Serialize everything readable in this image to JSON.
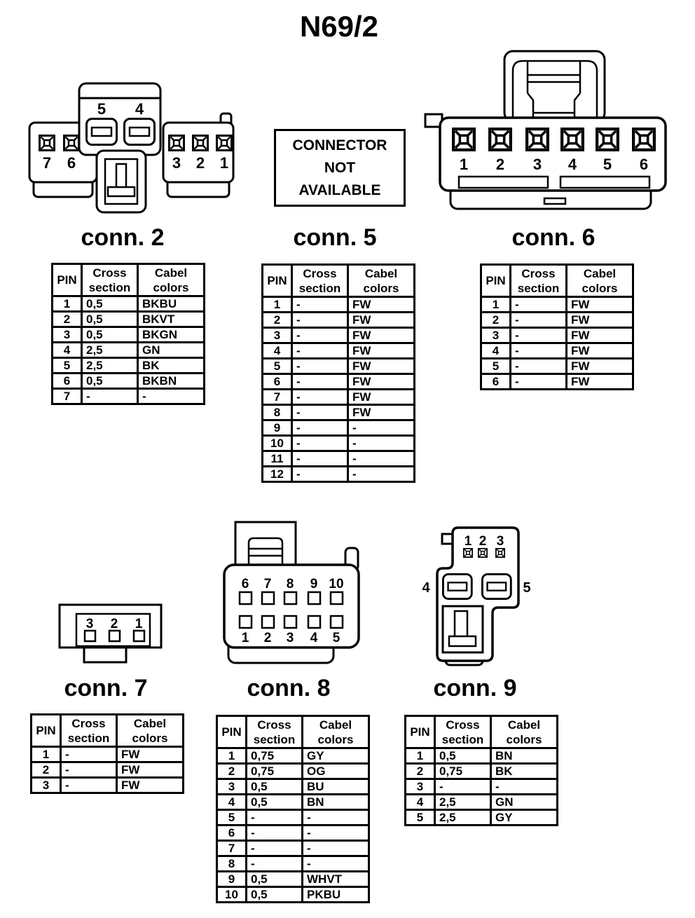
{
  "title": "N69/2",
  "colors": {
    "ink": "#000000",
    "paper": "#ffffff"
  },
  "not_available_label": "CONNECTOR\nNOT\nAVAILABLE",
  "headers": {
    "pin": "PIN",
    "cross": "Cross\nsection",
    "colors": "Cabel\ncolors"
  },
  "connectors": {
    "conn2": {
      "label": "conn. 2",
      "drawing_pins": [
        "7",
        "6",
        "5",
        "4",
        "3",
        "2",
        "1"
      ],
      "rows": [
        [
          "1",
          "0,5",
          "BKBU"
        ],
        [
          "2",
          "0,5",
          "BKVT"
        ],
        [
          "3",
          "0,5",
          "BKGN"
        ],
        [
          "4",
          "2,5",
          "GN"
        ],
        [
          "5",
          "2,5",
          "BK"
        ],
        [
          "6",
          "0,5",
          "BKBN"
        ],
        [
          "7",
          "-",
          "-"
        ]
      ]
    },
    "conn5": {
      "label": "conn. 5",
      "rows": [
        [
          "1",
          "-",
          "FW"
        ],
        [
          "2",
          "-",
          "FW"
        ],
        [
          "3",
          "-",
          "FW"
        ],
        [
          "4",
          "-",
          "FW"
        ],
        [
          "5",
          "-",
          "FW"
        ],
        [
          "6",
          "-",
          "FW"
        ],
        [
          "7",
          "-",
          "FW"
        ],
        [
          "8",
          "-",
          "FW"
        ],
        [
          "9",
          "-",
          "-"
        ],
        [
          "10",
          "-",
          "-"
        ],
        [
          "11",
          "-",
          "-"
        ],
        [
          "12",
          "-",
          "-"
        ]
      ]
    },
    "conn6": {
      "label": "conn. 6",
      "drawing_pins": [
        "1",
        "2",
        "3",
        "4",
        "5",
        "6"
      ],
      "rows": [
        [
          "1",
          "-",
          "FW"
        ],
        [
          "2",
          "-",
          "FW"
        ],
        [
          "3",
          "-",
          "FW"
        ],
        [
          "4",
          "-",
          "FW"
        ],
        [
          "5",
          "-",
          "FW"
        ],
        [
          "6",
          "-",
          "FW"
        ]
      ]
    },
    "conn7": {
      "label": "conn. 7",
      "drawing_pins": [
        "3",
        "2",
        "1"
      ],
      "rows": [
        [
          "1",
          "-",
          "FW"
        ],
        [
          "2",
          "-",
          "FW"
        ],
        [
          "3",
          "-",
          "FW"
        ]
      ]
    },
    "conn8": {
      "label": "conn. 8",
      "drawing_pins": [
        "6",
        "7",
        "8",
        "9",
        "10",
        "1",
        "2",
        "3",
        "4",
        "5"
      ],
      "rows": [
        [
          "1",
          "0,75",
          "GY"
        ],
        [
          "2",
          "0,75",
          "OG"
        ],
        [
          "3",
          "0,5",
          "BU"
        ],
        [
          "4",
          "0,5",
          "BN"
        ],
        [
          "5",
          "-",
          "-"
        ],
        [
          "6",
          "-",
          "-"
        ],
        [
          "7",
          "-",
          "-"
        ],
        [
          "8",
          "-",
          "-"
        ],
        [
          "9",
          "0,5",
          "WHVT"
        ],
        [
          "10",
          "0,5",
          "PKBU"
        ]
      ]
    },
    "conn9": {
      "label": "conn. 9",
      "drawing_pins": [
        "1",
        "2",
        "3",
        "4",
        "5"
      ],
      "rows": [
        [
          "1",
          "0,5",
          "BN"
        ],
        [
          "2",
          "0,75",
          "BK"
        ],
        [
          "3",
          "-",
          "-"
        ],
        [
          "4",
          "2,5",
          "GN"
        ],
        [
          "5",
          "2,5",
          "GY"
        ]
      ]
    }
  }
}
